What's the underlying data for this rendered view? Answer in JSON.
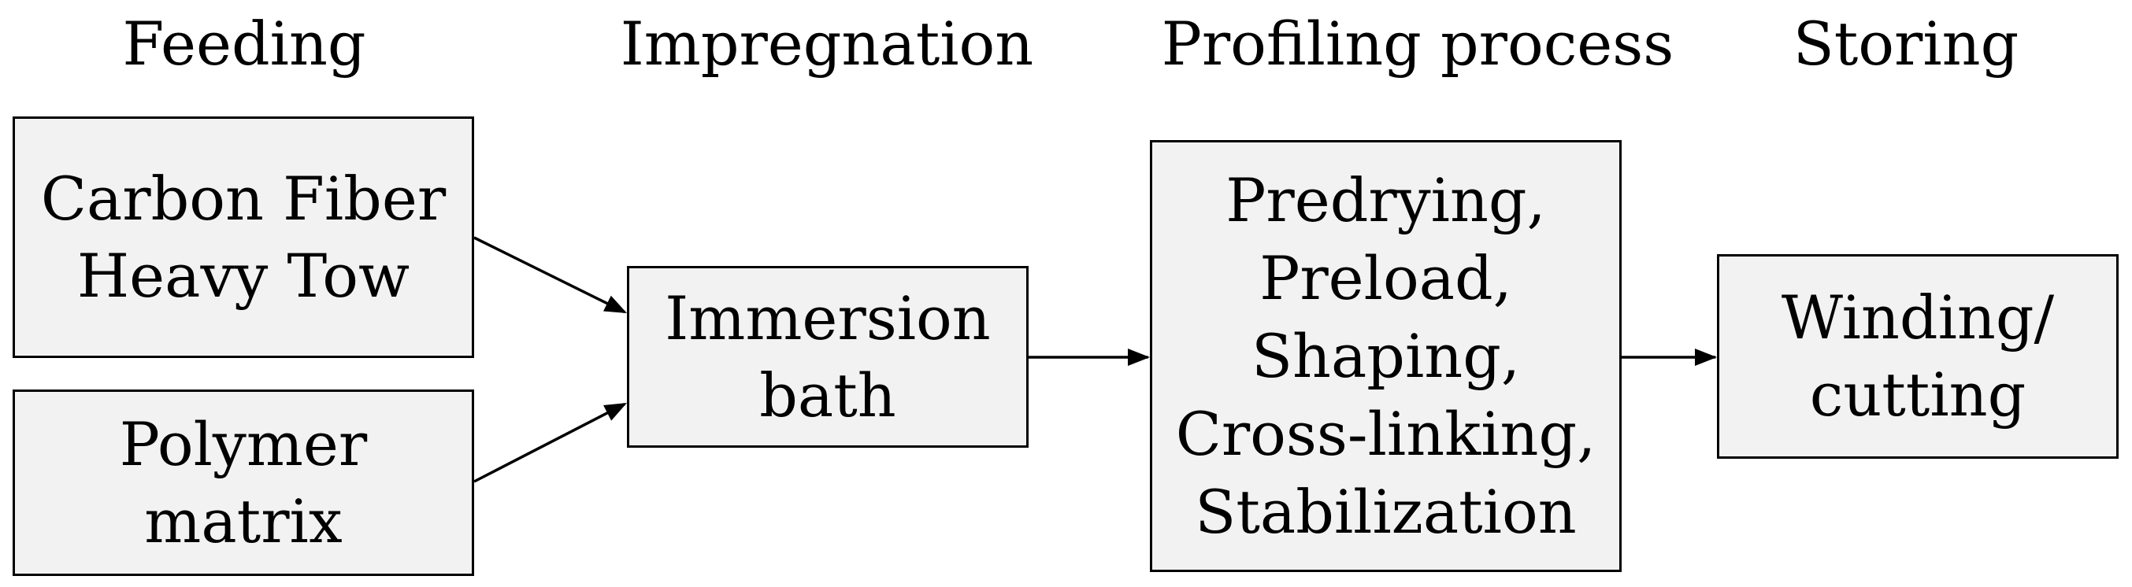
{
  "stages": [
    {
      "id": "feeding",
      "label": "Feeding"
    },
    {
      "id": "impregnation",
      "label": "Impregnation"
    },
    {
      "id": "profiling",
      "label": "Profiling process"
    },
    {
      "id": "storing",
      "label": "Storing"
    }
  ],
  "boxes": {
    "carbon_fiber": {
      "lines": [
        "Carbon Fiber",
        "Heavy Tow"
      ]
    },
    "polymer_matrix": {
      "lines": [
        "Polymer",
        "matrix"
      ]
    },
    "immersion_bath": {
      "lines": [
        "Immersion",
        "bath"
      ]
    },
    "profiling_steps": {
      "lines": [
        "Predrying,",
        "Preload,",
        "Shaping,",
        "Cross-linking,",
        "Stabilization"
      ]
    },
    "winding_cutting": {
      "lines": [
        "Winding/",
        "cutting"
      ]
    }
  },
  "connections": [
    {
      "from": "carbon_fiber",
      "to": "immersion_bath"
    },
    {
      "from": "polymer_matrix",
      "to": "immersion_bath"
    },
    {
      "from": "immersion_bath",
      "to": "profiling_steps"
    },
    {
      "from": "profiling_steps",
      "to": "winding_cutting"
    }
  ],
  "colors": {
    "box_fill": "#f2f2f2",
    "stroke": "#000000",
    "text": "#000000"
  }
}
